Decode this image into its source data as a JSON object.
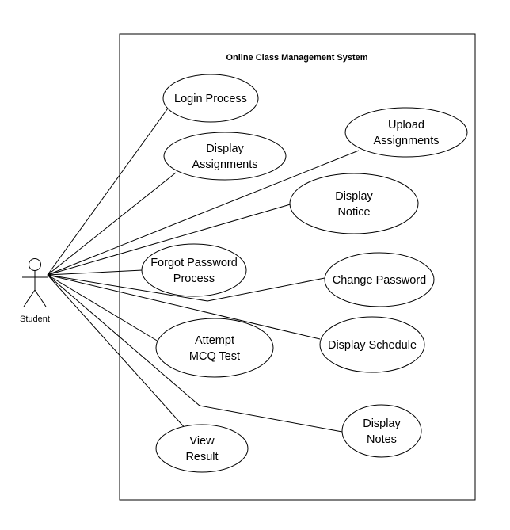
{
  "system": {
    "title": "Online Class Management System"
  },
  "actor": {
    "name": "Student"
  },
  "use_cases": [
    {
      "id": "login",
      "lines": [
        "Login Process"
      ]
    },
    {
      "id": "display-assignments",
      "lines": [
        "Display",
        "Assignments"
      ]
    },
    {
      "id": "upload-assignments",
      "lines": [
        "Upload",
        "Assignments"
      ]
    },
    {
      "id": "display-notice",
      "lines": [
        "Display",
        "Notice"
      ]
    },
    {
      "id": "forgot-password",
      "lines": [
        "Forgot Password",
        "Process"
      ]
    },
    {
      "id": "change-password",
      "lines": [
        "Change Password"
      ]
    },
    {
      "id": "attempt-mcq",
      "lines": [
        "Attempt",
        "MCQ Test"
      ]
    },
    {
      "id": "display-schedule",
      "lines": [
        "Display Schedule"
      ]
    },
    {
      "id": "display-notes",
      "lines": [
        "Display",
        "Notes"
      ]
    },
    {
      "id": "view-result",
      "lines": [
        "View",
        "Result"
      ]
    }
  ],
  "colors": {
    "stroke": "#000000",
    "fill": "#ffffff"
  }
}
